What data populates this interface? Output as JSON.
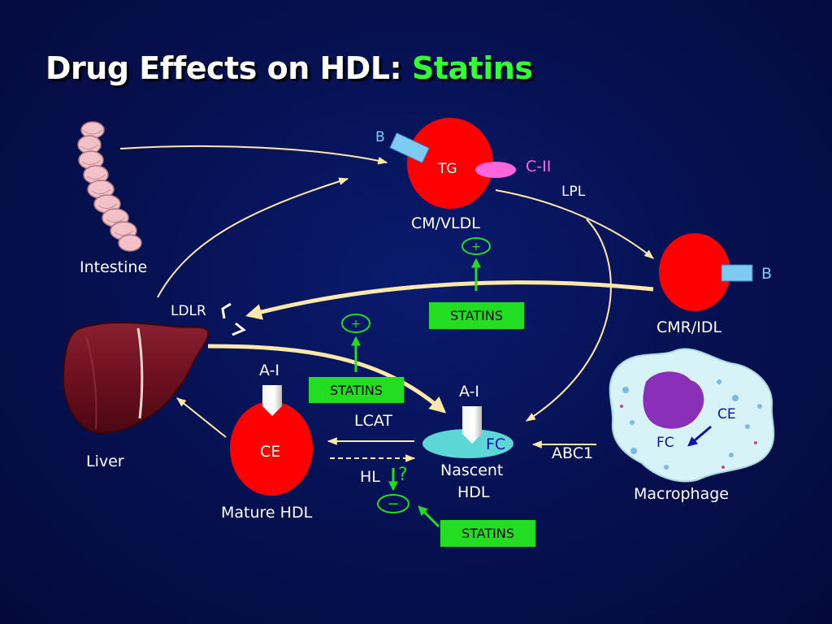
{
  "title": {
    "main": "Drug Effects on HDL: ",
    "accent": "Statins"
  },
  "labels": {
    "intestine": "Intestine",
    "liver": "Liver",
    "ldlr": "LDLR",
    "cm_vldl": "CM/VLDL",
    "tg": "TG",
    "b_top": "B",
    "c_ii": "C-II",
    "lpl": "LPL",
    "cmr_idl": "CMR/IDL",
    "b_right": "B",
    "a_i_left": "A-I",
    "ce_mature": "CE",
    "mature_hdl": "Mature HDL",
    "lcat": "LCAT",
    "hl": "HL",
    "question": "?",
    "a_i_right": "A-I",
    "fc_nascent": "FC",
    "nascent_line1": "Nascent",
    "nascent_line2": "HDL",
    "abc1": "ABC1",
    "ce_macro": "CE",
    "fc_macro": "FC",
    "macrophage": "Macrophage"
  },
  "statins": {
    "top": "STATINS",
    "middle": "STATINS",
    "bottom": "STATINS"
  },
  "effects": {
    "plus_top": "+",
    "plus_middle": "+",
    "minus_bottom": "−"
  },
  "colors": {
    "background": "#06104f",
    "particle": "#ff0000",
    "statins_box": "#22dd22",
    "effect_green": "#22dd22",
    "arrow_cream": "#ffe8a8",
    "apo_b": "#7ecbf2",
    "apo_c2": "#ff66dd",
    "nascent_disc": "#5dd6d6",
    "title_accent": "#33ff33"
  }
}
